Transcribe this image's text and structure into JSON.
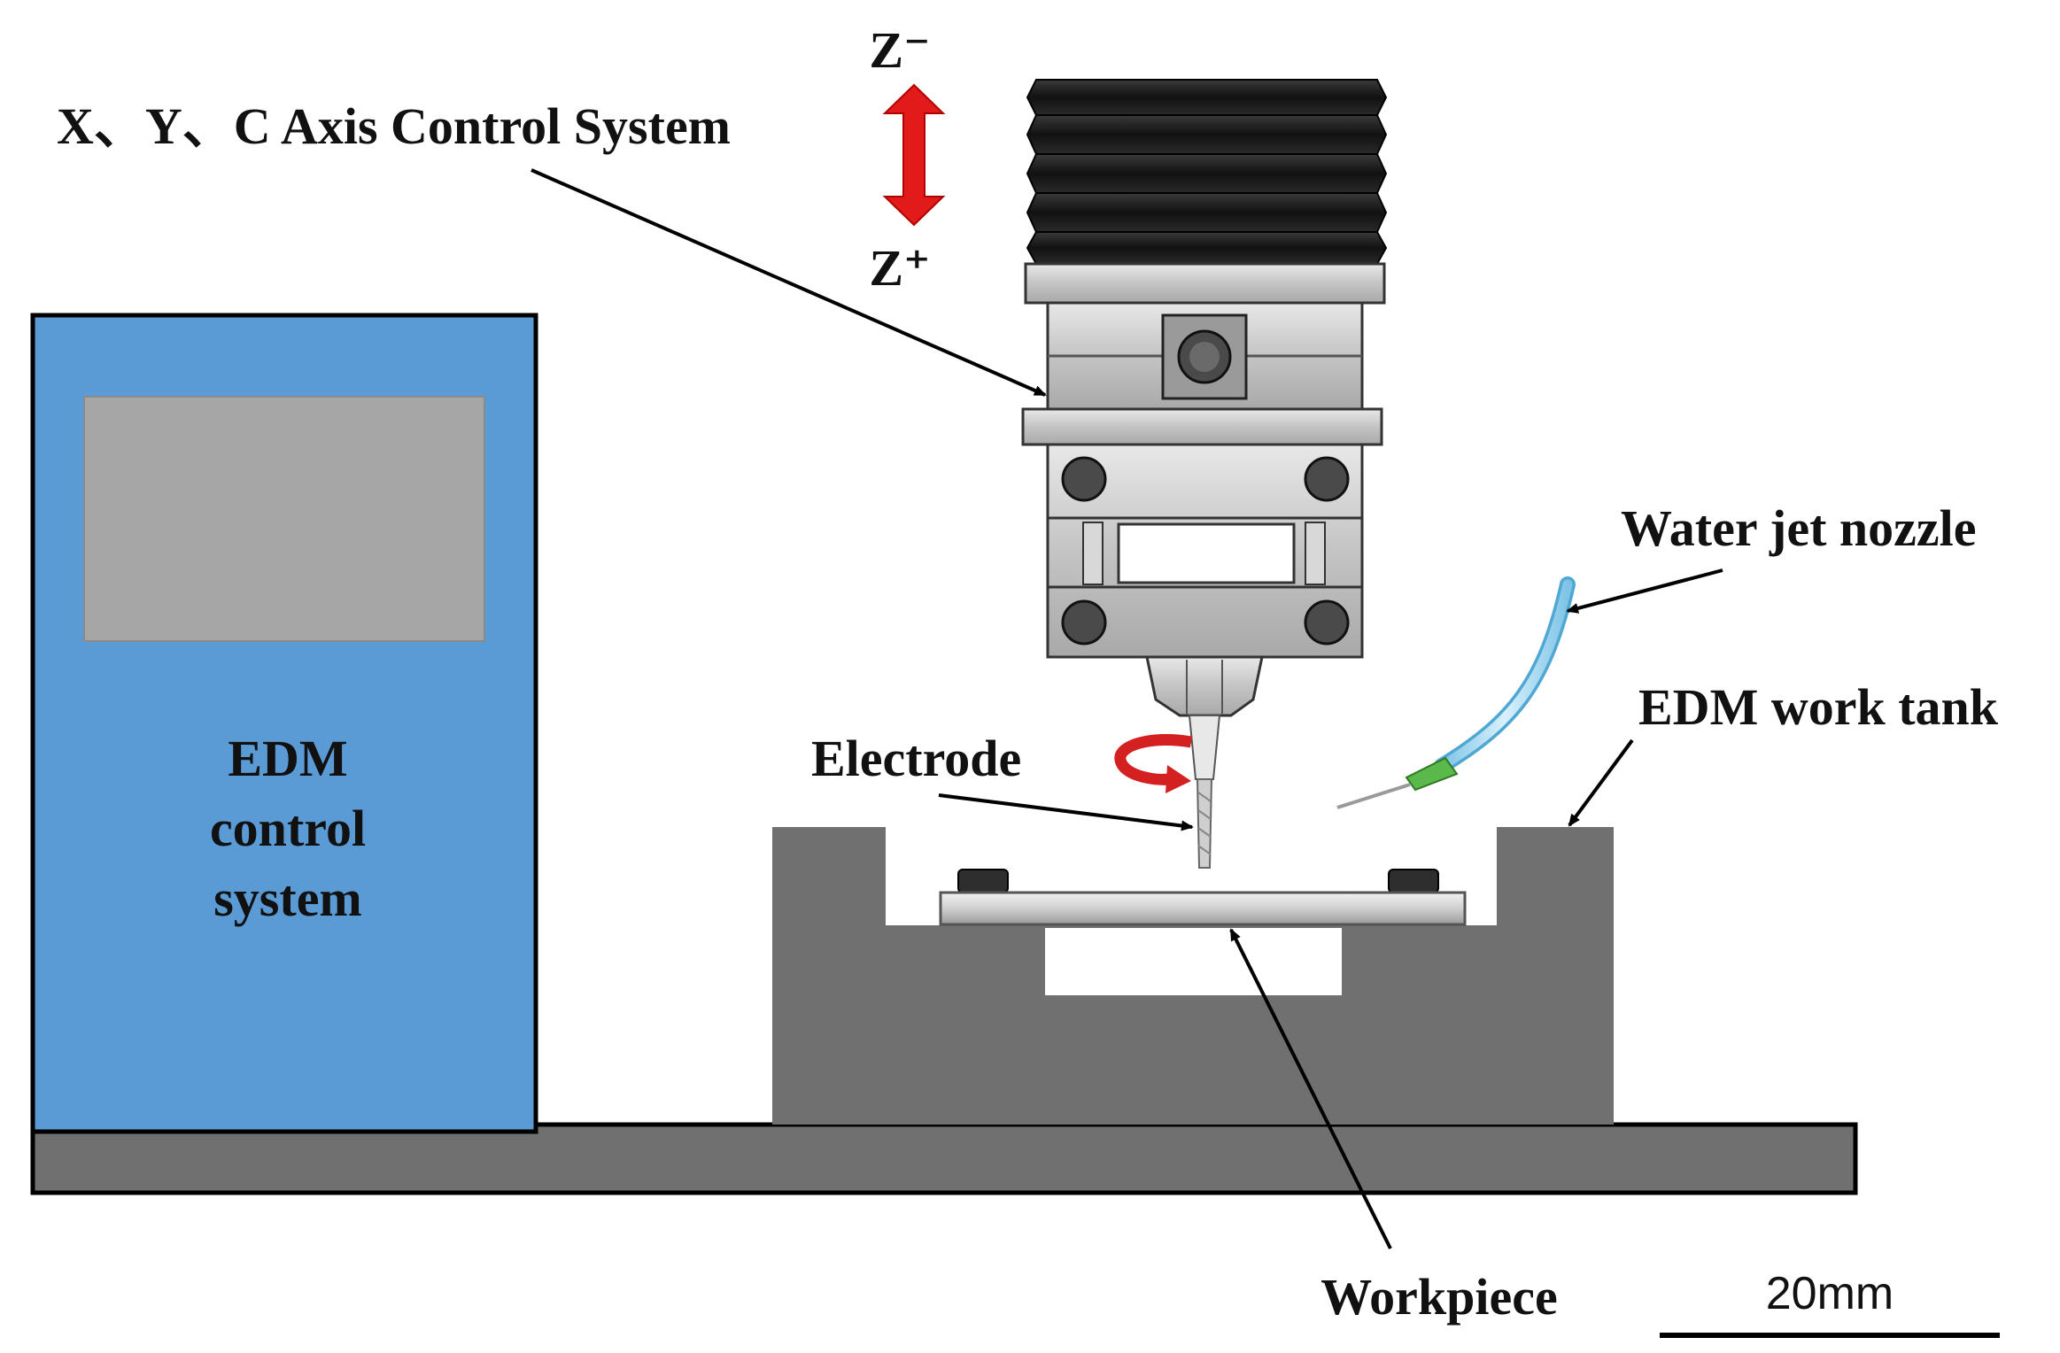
{
  "labels": {
    "z_minus": "Z⁻",
    "z_plus": "Z⁺",
    "axis_control": "X、Y、C Axis Control System",
    "water_jet": "Water jet nozzle",
    "work_tank": "EDM work tank",
    "electrode": "Electrode",
    "workpiece": "Workpiece",
    "control_system_lines": [
      "EDM",
      "control",
      "system"
    ],
    "scale_bar": "20mm"
  },
  "colors": {
    "control_cabinet": "#5B9BD5",
    "screen": "#A6A6A6",
    "base": "#707070",
    "tank": "#707070",
    "z_arrow": "#E31A1A",
    "rotation_arrow": "#D42020",
    "nozzle_tube": "#A9D8EF",
    "nozzle_tip": "#5BB84A"
  }
}
